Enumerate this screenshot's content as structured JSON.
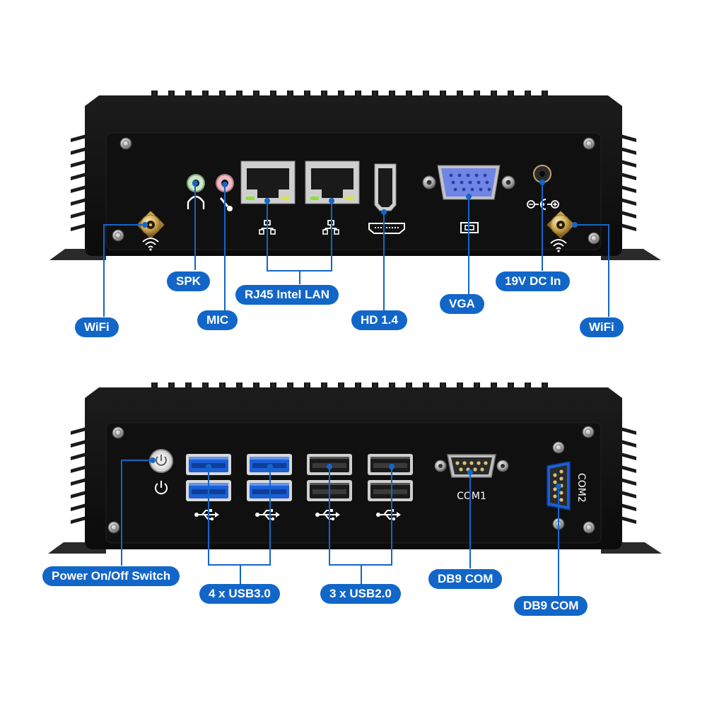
{
  "top_panel": {
    "callouts": {
      "wifi_left": "WiFi",
      "spk": "SPK",
      "mic": "MIC",
      "rj45": "RJ45 Intel LAN",
      "hd": "HD 1.4",
      "vga": "VGA",
      "dc_in": "19V DC In",
      "wifi_right": "WiFi"
    }
  },
  "bottom_panel": {
    "callouts": {
      "power": "Power On/Off Switch",
      "usb3": "4 x USB3.0",
      "usb2": "3 x USB2.0",
      "db9_com1": "DB9 COM",
      "db9_com2": "DB9 COM"
    },
    "port_labels": {
      "com1": "COM1",
      "com2": "COM2"
    }
  },
  "colors": {
    "callout_bg": "#1266c8",
    "leader_line": "#1266c8",
    "chassis": "#121212",
    "usb3_blue": "#1d5fd6"
  },
  "icons": [
    "wifi-antenna-icon",
    "headphone-icon",
    "microphone-icon",
    "network-icon",
    "hdmi-icon",
    "vga-icon",
    "dc-polarity-icon",
    "power-icon",
    "usb-icon"
  ]
}
